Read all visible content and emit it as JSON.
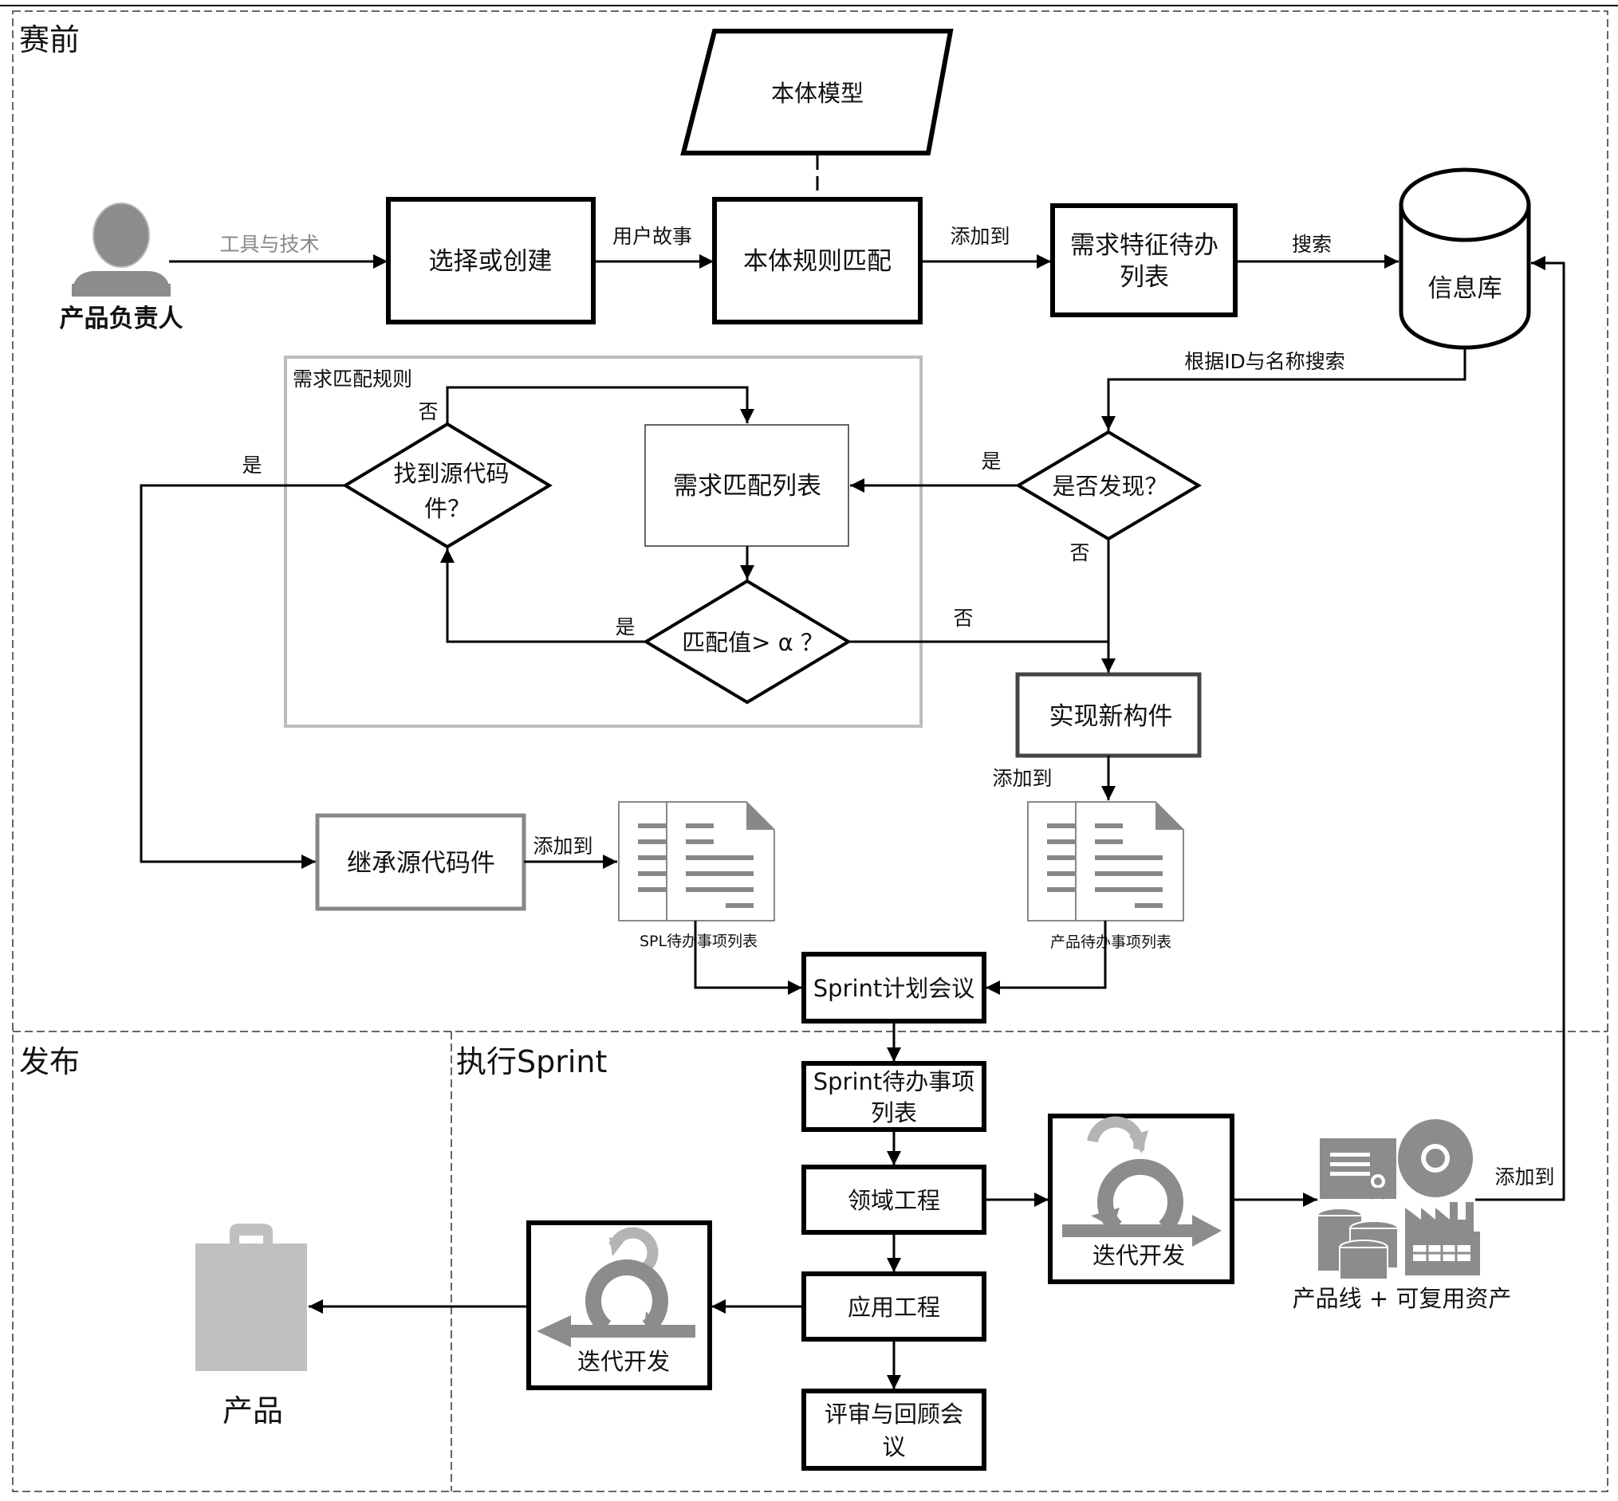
{
  "regions": {
    "pre_game": "赛前",
    "release": "发布",
    "execute_sprint": "执行Sprint"
  },
  "actor": {
    "name": "产品负责人",
    "icon": "person-icon"
  },
  "container": {
    "title": "需求匹配规则"
  },
  "nodes": {
    "select_or_create": "选择或创建",
    "ontology_model": "本体模型",
    "ontology_rule_match": "本体规则匹配",
    "req_feature_backlog": [
      "需求特征待办",
      "列表"
    ],
    "info_repo": "信息库",
    "req_match_list": "需求匹配列表",
    "found_source": [
      "找到源代码",
      "件？"
    ],
    "match_value": "匹配值> α ？",
    "found_decision": "是否发现？",
    "implement_new": "实现新构件",
    "inherit_source": "继承源代码件",
    "spl_backlog": "SPL待办事项列表",
    "product_backlog": "产品待办事项列表",
    "sprint_planning": "Sprint计划会议",
    "sprint_backlog": [
      "Sprint待办事项",
      "列表"
    ],
    "domain_engineering": "领域工程",
    "application_engineering": "应用工程",
    "review_retro": [
      "评审与回顾会",
      "议"
    ],
    "iterative_dev_1": "迭代开发",
    "iterative_dev_2": "迭代开发",
    "product_line_assets": "产品线 + 可复用资产",
    "product": "产品"
  },
  "edges": {
    "tools_and_tech": "工具与技术",
    "user_story": "用户故事",
    "add_to_1": "添加到",
    "search": "搜索",
    "search_by_id_name": "根据ID与名称搜索",
    "yes_found": "是",
    "no_found": "否",
    "no_match": "否",
    "yes_match": "是",
    "no_source": "否",
    "yes_source": "是",
    "add_to_new": "添加到",
    "add_to_spl": "添加到",
    "add_to_repo": "添加到"
  },
  "colors": {
    "line": "#000000",
    "container_border": "#bdbdbd",
    "icon_gray": "#8c8c8c",
    "icon_light": "#b4b4b4",
    "bag_gray": "#c0c0c0",
    "muted_text": "#888888"
  }
}
